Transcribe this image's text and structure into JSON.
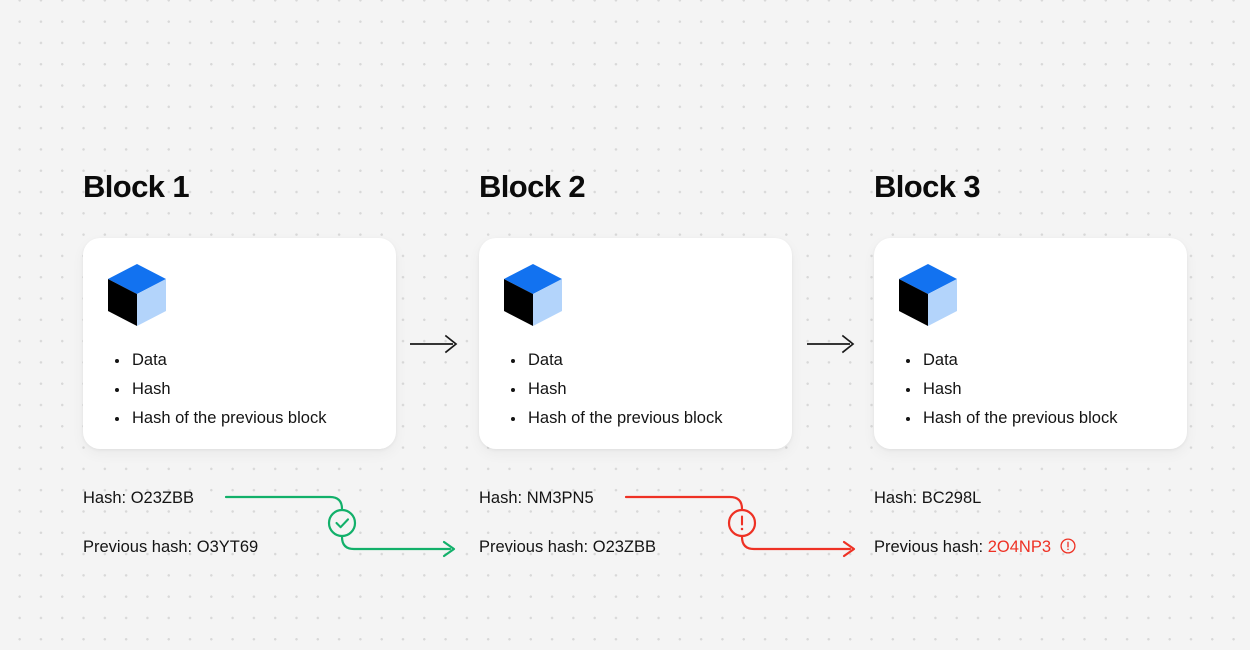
{
  "diagram": {
    "title_prefix": "Block",
    "colors": {
      "background": "#f4f4f4",
      "card": "#ffffff",
      "text": "#141414",
      "valid_link": "#12b06a",
      "invalid_link": "#ee3124",
      "cube_top": "#1272f0",
      "cube_left": "#000000",
      "cube_right": "#b3d4fb"
    },
    "card_items": [
      "Data",
      "Hash",
      "Hash of the previous block"
    ],
    "blocks": [
      {
        "title": "Block 1",
        "icon": "cube-icon",
        "items": [
          "Data",
          "Hash",
          "Hash of the previous block"
        ],
        "hash_label": "Hash:",
        "hash_value": "O23ZBB",
        "prev_hash_label": "Previous hash:",
        "prev_hash_value": "O3YT69",
        "prev_hash_valid": true
      },
      {
        "title": "Block 2",
        "icon": "cube-icon",
        "items": [
          "Data",
          "Hash",
          "Hash of the previous block"
        ],
        "hash_label": "Hash:",
        "hash_value": "NM3PN5",
        "prev_hash_label": "Previous hash:",
        "prev_hash_value": "O23ZBB",
        "prev_hash_valid": true
      },
      {
        "title": "Block 3",
        "icon": "cube-icon",
        "items": [
          "Data",
          "Hash",
          "Hash of the previous block"
        ],
        "hash_label": "Hash:",
        "hash_value": "BC298L",
        "prev_hash_label": "Previous hash:",
        "prev_hash_value": "2O4NP3",
        "prev_hash_valid": false
      }
    ],
    "connectors": [
      {
        "from": "Block 1",
        "to": "Block 2",
        "status": "valid",
        "badge_icon": "check-circle-icon",
        "color": "#12b06a"
      },
      {
        "from": "Block 2",
        "to": "Block 3",
        "status": "invalid",
        "badge_icon": "alert-circle-icon",
        "color": "#ee3124"
      }
    ],
    "flow_arrows": [
      {
        "from": "Block 1",
        "to": "Block 2",
        "icon": "arrow-right-icon"
      },
      {
        "from": "Block 2",
        "to": "Block 3",
        "icon": "arrow-right-icon"
      }
    ]
  }
}
